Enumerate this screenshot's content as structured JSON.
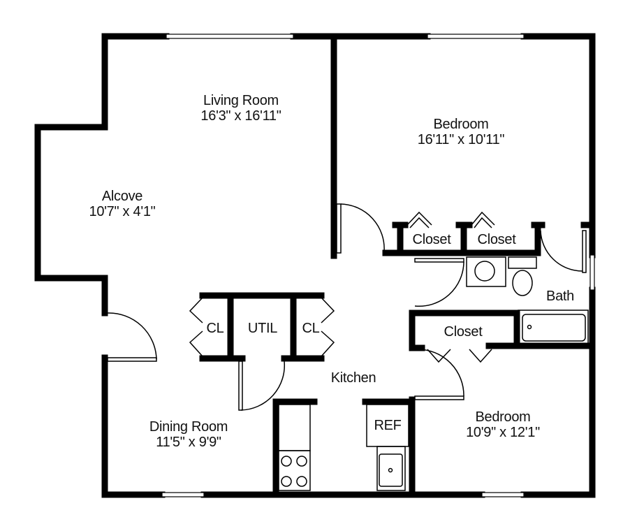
{
  "colors": {
    "wall": "#000000",
    "background": "#ffffff"
  },
  "rooms": [
    {
      "name": "Living Room",
      "dimensions": "16'3\" x 16'11\""
    },
    {
      "name": "Bedroom",
      "dimensions": "16'11\" x 10'11\""
    },
    {
      "name": "Alcove",
      "dimensions": "10'7\" x 4'1\""
    },
    {
      "name": "Dining Room",
      "dimensions": "11'5\" x 9'9\""
    },
    {
      "name": "Bedroom",
      "dimensions": "10'9\" x 12'1\""
    },
    {
      "name": "Kitchen"
    },
    {
      "name": "Bath"
    },
    {
      "name": "UTIL"
    }
  ],
  "closets": [
    "Closet",
    "Closet",
    "Closet",
    "CL",
    "CL"
  ],
  "fixtures": {
    "refrigerator": "REF"
  }
}
